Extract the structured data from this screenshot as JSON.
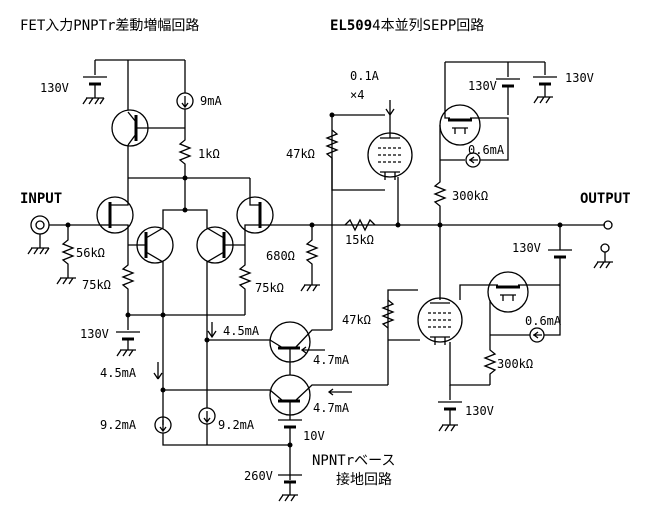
{
  "titles": {
    "left": "FET入力PNPTr差動増幅回路",
    "right_bold": "EL509",
    "right_rest": "4本並列SEPP回路",
    "bottom_line1": "NPNTrベース",
    "bottom_line2": "接地回路"
  },
  "labels": {
    "input": "INPUT",
    "output": "OUTPUT",
    "v130_top_left": "130V",
    "i_9ma": "9mA",
    "r_1k": "1kΩ",
    "r_56k": "56kΩ",
    "r_75k_left": "75kΩ",
    "r_75k_right": "75kΩ",
    "r_680": "680Ω",
    "v130_left_mid": "130V",
    "i_45ma_mid": "4.5mA",
    "i_45ma_left": "4.5mA",
    "i_47ma_top": "4.7mA",
    "i_47ma_bot": "4.7mA",
    "i_92ma_left": "9.2mA",
    "i_92ma_right": "9.2mA",
    "v10": "10V",
    "v260": "260V",
    "i_01a": "0.1A",
    "x4": "×4",
    "r_47k_top": "47kΩ",
    "r_47k_bot": "47kΩ",
    "v130_top_mid": "130V",
    "v130_top_right": "130V",
    "i_06ma_top": "0.6mA",
    "i_06ma_bot": "0.6mA",
    "r_300k_top": "300kΩ",
    "r_300k_bot": "300kΩ",
    "r_15k": "15kΩ",
    "v130_out_right": "130V",
    "v130_bottom": "130V"
  }
}
